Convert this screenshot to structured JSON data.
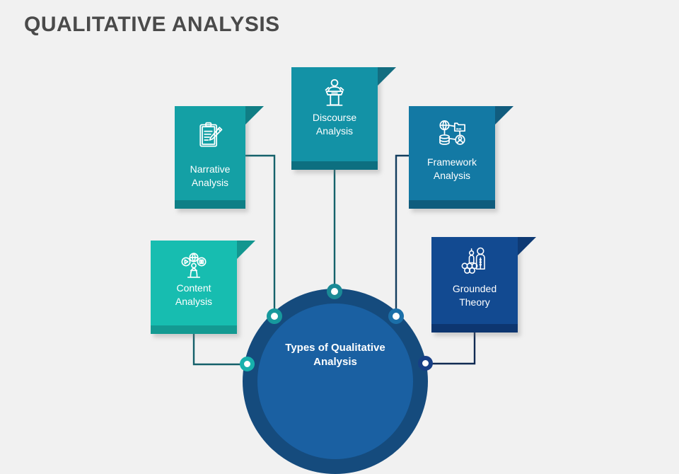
{
  "page": {
    "title": "QUALITATIVE ANALYSIS",
    "background_color": "#f1f1f1",
    "title_color": "#4a4a4a"
  },
  "hub": {
    "label_line1": "Types of Qualitative",
    "label_line2": "Analysis",
    "ring_color": "#154b7d",
    "inner_color": "#1a60a2",
    "text_color": "#ffffff"
  },
  "cards": [
    {
      "id": "narrative-analysis",
      "label_line1": "Narrative",
      "label_line2": "Analysis",
      "icon": "clipboard-pencil-icon",
      "color": "#14a0a5",
      "strip_color": "#0e7f86",
      "tab_color": "#107e85"
    },
    {
      "id": "discourse-analysis",
      "label_line1": "Discourse",
      "label_line2": "Analysis",
      "icon": "podium-speaker-icon",
      "color": "#1392a6",
      "strip_color": "#0d6f80",
      "tab_color": "#136d80"
    },
    {
      "id": "framework-analysis",
      "label_line1": "Framework",
      "label_line2": "Analysis",
      "icon": "network-data-icon",
      "color": "#1379a4",
      "strip_color": "#0f5c7d",
      "tab_color": "#115c7e"
    },
    {
      "id": "content-analysis",
      "label_line1": "Content",
      "label_line2": "Analysis",
      "icon": "media-content-icon",
      "color": "#17bdb0",
      "strip_color": "#139a92",
      "tab_color": "#12968f"
    },
    {
      "id": "grounded-theory",
      "label_line1": "Grounded",
      "label_line2": "Theory",
      "icon": "people-group-icon",
      "color": "#124a91",
      "strip_color": "#0d3670",
      "tab_color": "#0e3a74"
    }
  ],
  "connectors": [
    {
      "id": "connector-narrative",
      "color": "#15626b",
      "dot_color": "#17999d"
    },
    {
      "id": "connector-discourse",
      "color": "#15626b",
      "dot_color": "#1a8a96"
    },
    {
      "id": "connector-framework",
      "color": "#123d5e",
      "dot_color": "#1b6fa8"
    },
    {
      "id": "connector-content",
      "color": "#14606a",
      "dot_color": "#17b0ac"
    },
    {
      "id": "connector-grounded",
      "color": "#102a52",
      "dot_color": "#163f86"
    }
  ]
}
